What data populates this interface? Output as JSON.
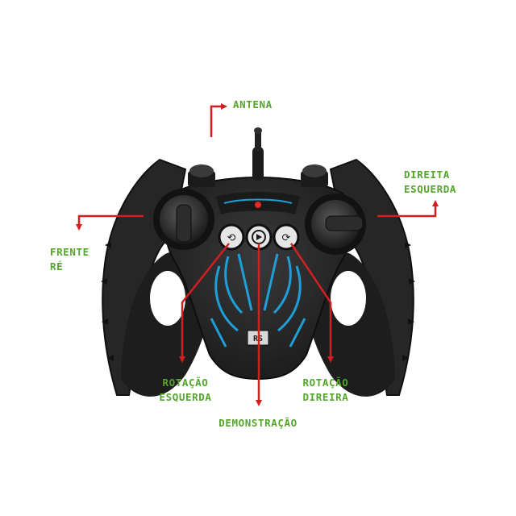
{
  "colors": {
    "label_green": "#55a52b",
    "arrow_red": "#d21f1f",
    "controller_body": "#2b2b2c",
    "controller_dark": "#141415",
    "accent_blue": "#1f9fd8",
    "led_red": "#e8271f"
  },
  "controller": {
    "badge_text": "RS",
    "buttons": [
      {
        "icon": "robot-left-rotate-icon"
      },
      {
        "icon": "play-demo-icon"
      },
      {
        "icon": "robot-right-rotate-icon"
      }
    ]
  },
  "labels": {
    "antena": "ANTENA",
    "direita": "DIREITA",
    "esquerda_right": "ESQUERDA",
    "frente": "FRENTE",
    "re": "RÉ",
    "rotacao_left_1": "ROTAÇÃO",
    "rotacao_left_2": "ESQUERDA",
    "rotacao_right_1": "ROTAÇÃO",
    "rotacao_right_2": "DIREIRA",
    "demonstracao": "DEMONSTRAÇÃO"
  }
}
